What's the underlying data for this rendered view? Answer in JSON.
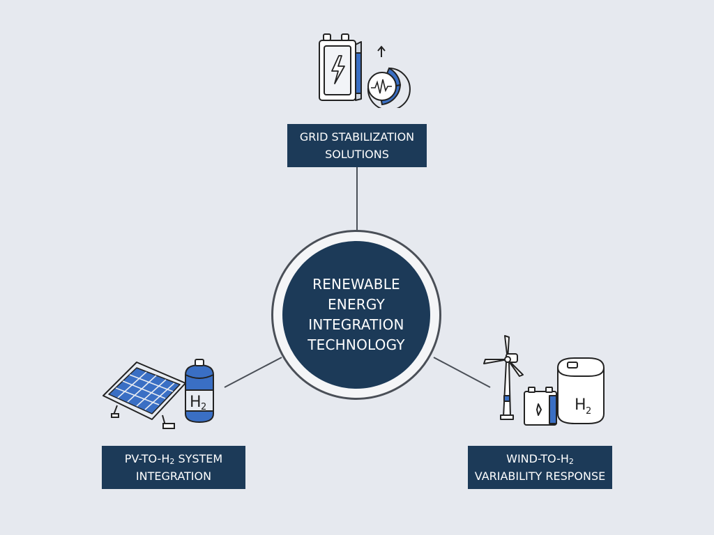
{
  "center": {
    "lines": [
      "RENEWABLE",
      "ENERGY",
      "INTEGRATION",
      "TECHNOLOGY"
    ]
  },
  "nodes": {
    "top": {
      "line1": "GRID STABILIZATION",
      "line2": "SOLUTIONS",
      "icon": "battery-and-grid-stability-icon"
    },
    "left": {
      "line1_pre": "PV-TO-H",
      "line1_sub": "2",
      "line1_post": " SYSTEM",
      "line2": "INTEGRATION",
      "icon": "solar-panel-and-hydrogen-tank-icon",
      "tank_label": "H",
      "tank_sub": "2"
    },
    "right": {
      "line1_pre": "WIND-TO-H",
      "line1_sub": "2",
      "line2": "VARIABILITY RESPONSE",
      "icon": "wind-turbine-battery-hydrogen-tank-icon",
      "tank_label": "H",
      "tank_sub": "2"
    }
  },
  "colors": {
    "background": "#e6e9ef",
    "navy": "#1c3a58",
    "accent_blue": "#3a6fc4",
    "line": "#4a4f57"
  }
}
